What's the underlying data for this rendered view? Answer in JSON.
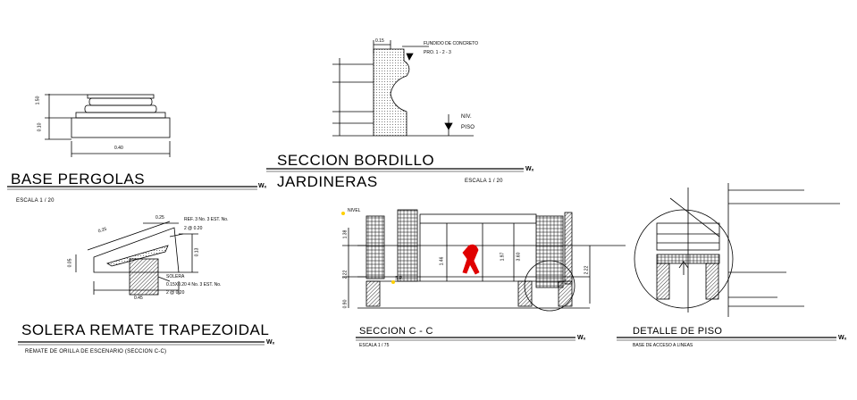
{
  "titles": {
    "base_pergolas": "BASE PERGOLAS",
    "seccion_bordillo": "SECCION BORDILLO",
    "jardineras": "JARDINERAS",
    "solera": "SOLERA REMATE TRAPEZOIDAL",
    "seccion_cc": "SECCION  C - C",
    "detalle_piso": "DETALLE DE PISO"
  },
  "subtitles": {
    "base_pergolas_scale": "ESCALA 1 / 20",
    "bordillo_scale": "ESCALA 1 / 20",
    "solera_note": "REMATE DE ORILLA DE ESCENARIO (SECCION C-C)",
    "cc_scale": "ESCALA 1 / 75",
    "piso_note": "BASE DE ACCESO A LINEAS"
  },
  "dims": {
    "pergola_h1": "1.50",
    "pergola_h2": "0.10",
    "pergola_w": "0.40",
    "bordillo_top": "0.15",
    "bordillo_note1": "FUNDIDO DE CONCRETO",
    "bordillo_note2": "PRO. 1 - 2 - 3",
    "niv": "NIV.",
    "piso": "PISO",
    "solera_025a": "0.25",
    "solera_025b": "0.25",
    "solera_005": "0.05",
    "solera_045": "0.45",
    "solera_013": "0.13",
    "solera_ref1": "REF. 3 No. 3 EST. No.",
    "solera_ref2": "2 @ 0.20",
    "solera_sol1": "SOLERA",
    "solera_sol2": "0.15X0.20 4 No. 3 EST. No.",
    "solera_sol3": "2 @ 0.20",
    "cc_138": "1.38",
    "cc_222a": "2.22",
    "cc_222b": "2.22",
    "cc_146": "1.46",
    "cc_197": "1.97",
    "cc_360": "3.60",
    "cc_090": "0.90",
    "cc_label1": "S.P.",
    "cc_label2": "NIVEL"
  },
  "scale_mark": "Wₓ"
}
